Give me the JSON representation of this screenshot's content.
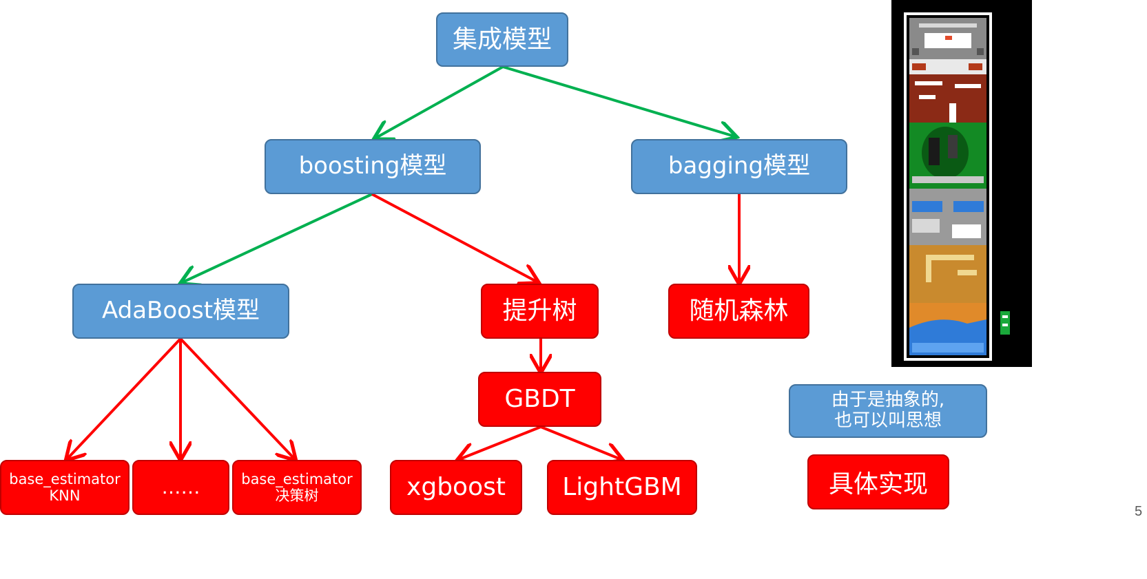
{
  "nodes": {
    "ensemble": "集成模型",
    "boosting": "boosting模型",
    "bagging": "bagging模型",
    "adaboost": "AdaBoost模型",
    "boosting_tree": "提升树",
    "random_forest": "随机森林",
    "gbdt": "GBDT",
    "estimator_knn": {
      "line1": "base_estimator",
      "line2": "KNN"
    },
    "ellipsis": "……",
    "estimator_tree": {
      "line1": "base_estimator",
      "line2": "决策树"
    },
    "xgboost": "xgboost",
    "lightgbm": "LightGBM"
  },
  "legend": {
    "abstract_line1": "由于是抽象的,",
    "abstract_line2": "也可以叫思想",
    "implementation": "具体实现"
  },
  "page_number": "5",
  "colors": {
    "abstract_node": "#5b9bd5",
    "concrete_node": "#ff0000",
    "green_arrow": "#00b050",
    "red_arrow": "#ff0000"
  },
  "image": {
    "description_icon": "pixel-art-game-map"
  }
}
